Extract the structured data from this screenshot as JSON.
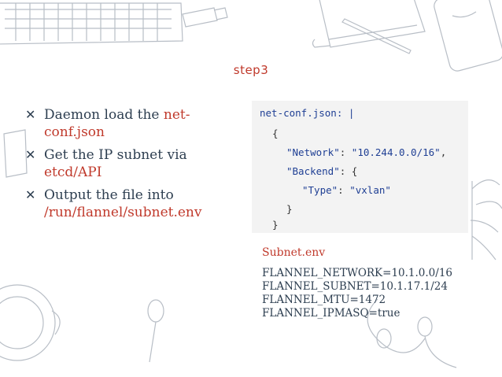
{
  "slide": {
    "title": "step3",
    "bullets": [
      {
        "text": "Daemon load the ",
        "highlight": "net-conf.json",
        "line2": ""
      },
      {
        "text": "Get the IP subnet via",
        "highlight": "etcd/API"
      },
      {
        "text": "Output the file into",
        "highlight": "/run/flannel/subnet.env"
      }
    ],
    "code": {
      "l1": "net-conf.json: |",
      "l2": "{",
      "l3_key": "\"Network\"",
      "l3_val": "\"10.244.0.0/16\"",
      "l4_key": "\"Backend\"",
      "l5_key": "\"Type\"",
      "l5_val": "\"vxlan\"",
      "l6": "}",
      "l7": "}"
    },
    "env": {
      "title": "Subnet.env",
      "lines": [
        "FLANNEL_NETWORK=10.1.0.0/16",
        "FLANNEL_SUBNET=10.1.17.1/24",
        "FLANNEL_MTU=1472",
        "FLANNEL_IPMASQ=true"
      ]
    },
    "colors": {
      "accent": "#c0392b",
      "text": "#2d3e50",
      "code_bg": "#f3f3f3",
      "sketch": "#b8bec6"
    }
  }
}
